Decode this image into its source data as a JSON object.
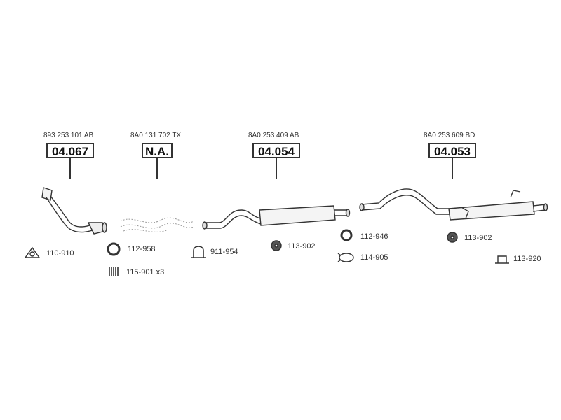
{
  "assemblies": [
    {
      "oem": "893 253 101 AB",
      "code": "04.067"
    },
    {
      "oem": "8A0 131 702 TX",
      "code": "N.A."
    },
    {
      "oem": "8A0 253 409 AB",
      "code": "04.054"
    },
    {
      "oem": "8A0 253 609 BD",
      "code": "04.053"
    }
  ],
  "accessories": [
    {
      "code": "110-910",
      "icon": "flange-gasket-icon"
    },
    {
      "code": "112-958",
      "icon": "sealing-ring-icon"
    },
    {
      "code": "115-901 x3",
      "icon": "spring-icon"
    },
    {
      "code": "911-954",
      "icon": "pipe-clamp-icon"
    },
    {
      "code": "113-902",
      "icon": "rubber-mount-icon"
    },
    {
      "code": "112-946",
      "icon": "sealing-ring-icon"
    },
    {
      "code": "114-905",
      "icon": "band-clamp-icon"
    },
    {
      "code": "113-902",
      "icon": "rubber-mount-icon"
    },
    {
      "code": "113-920",
      "icon": "bracket-icon"
    }
  ]
}
